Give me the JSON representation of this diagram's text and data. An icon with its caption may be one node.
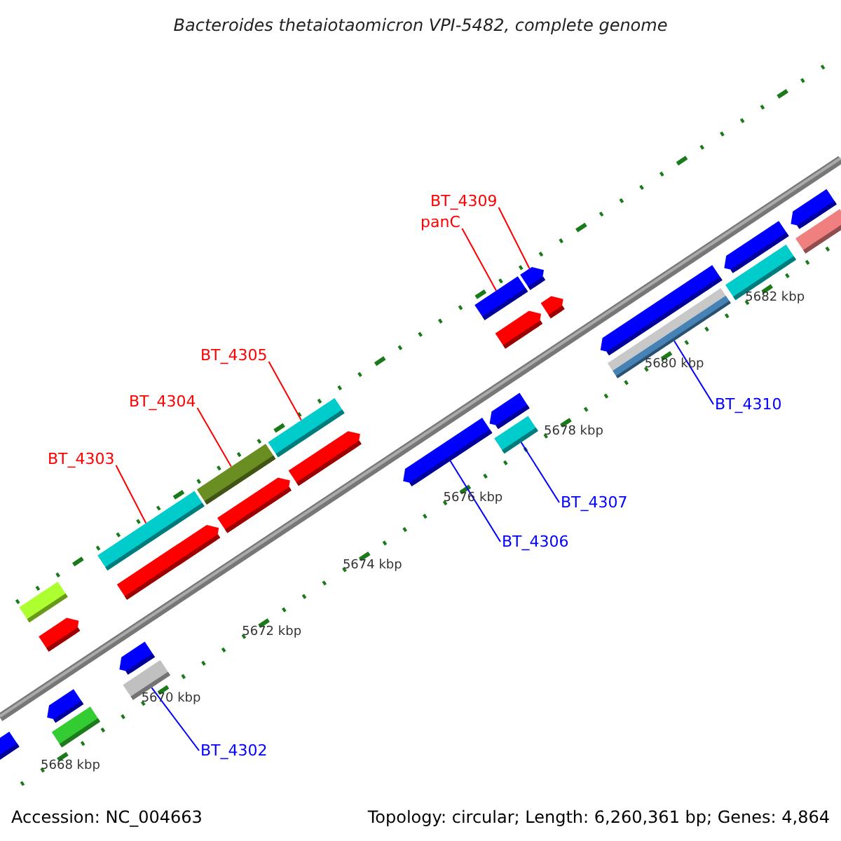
{
  "diagram": {
    "title": "Bacteroides thetaiotaomicron VPI-5482, complete genome",
    "nodes": [
      {
        "text": [
          "BT_4309"
        ]
      },
      {
        "text": [
          "panC"
        ]
      },
      {
        "text": [
          "BT_4305"
        ]
      },
      {
        "text": [
          "BT_4304"
        ]
      },
      {
        "text": [
          "BT_4310"
        ]
      },
      {
        "text": [
          "BT_4303"
        ]
      },
      {
        "text": [
          "BT_4307"
        ]
      },
      {
        "text": [
          "BT_4306"
        ]
      },
      {
        "text": [
          "BT_4302"
        ]
      },
      {
        "text": [],
        "shape": "bar"
      },
      {
        "text": [],
        "shape": "bar"
      },
      {
        "text": [],
        "shape": "bar"
      },
      {
        "text": [],
        "shape": "bar"
      },
      {
        "text": [],
        "shape": "bar"
      },
      {
        "text": [],
        "shape": "bar"
      },
      {
        "text": [],
        "shape": "bar"
      },
      {
        "text": [],
        "shape": "bar"
      },
      {
        "text": [],
        "shape": "bar"
      },
      {
        "text": [],
        "shape": "bar"
      },
      {
        "text": [],
        "shape": "bar"
      },
      {
        "text": [],
        "shape": "bar"
      },
      {
        "text": [],
        "shape": "bar"
      },
      {
        "text": [],
        "shape": "bar"
      },
      {
        "text": [],
        "shape": "bar"
      },
      {
        "text": [],
        "shape": "bar"
      },
      {
        "text": [],
        "shape": "bar"
      },
      {
        "text": [],
        "shape": "bar"
      },
      {
        "text": [],
        "shape": "bar"
      },
      {
        "text": [],
        "shape": "bar"
      },
      {
        "text": [],
        "shape": "bar"
      },
      {
        "text": [],
        "shape": "bar"
      },
      {
        "text": [],
        "shape": "bar"
      },
      {
        "text": [],
        "shape": "bar"
      },
      {
        "text": [],
        "shape": "bar"
      },
      {
        "text": [],
        "shape": "bar"
      }
    ],
    "edges": [
      {
        "from": 0,
        "to": 27,
        "arrow": "none"
      },
      {
        "from": 1,
        "to": 25,
        "arrow": "none"
      },
      {
        "from": 2,
        "to": 20,
        "arrow": "none"
      },
      {
        "from": 3,
        "to": 18,
        "arrow": "none"
      },
      {
        "from": 4,
        "to": 29,
        "arrow": "none",
        "color": "#0000ff"
      },
      {
        "from": 5,
        "to": 16,
        "arrow": "none"
      },
      {
        "from": 6,
        "to": 23,
        "arrow": "none",
        "color": "#0000ff"
      },
      {
        "from": 7,
        "to": 22,
        "arrow": "none",
        "color": "#0000ff"
      },
      {
        "from": 8,
        "to": 14,
        "arrow": "none",
        "color": "#0000ff"
      }
    ],
    "labels": [
      "5682 kbp",
      "5680 kbp",
      "5678 kbp",
      "5676 kbp",
      "5674 kbp",
      "5672 kbp",
      "5670 kbp",
      "5668 kbp",
      "Accession: NC_004663",
      "Topology: circular; Length: 6,260,361 bp; Genes: 4,864"
    ]
  }
}
